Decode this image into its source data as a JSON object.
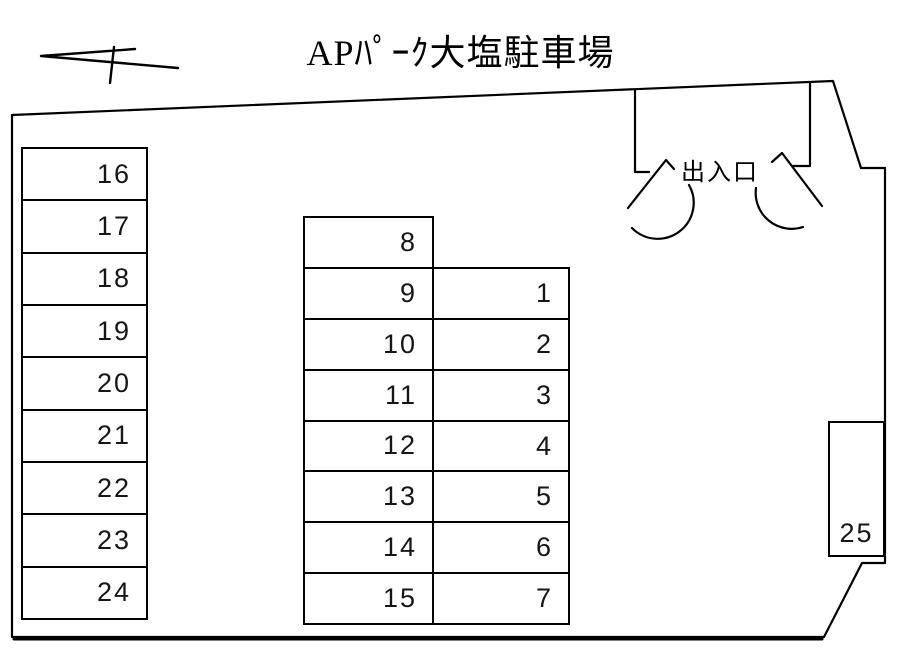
{
  "title": "APﾊﾟｰｸ大塩駐車場",
  "entrance": {
    "label": "出入口"
  },
  "spaces": {
    "left_column": [
      "16",
      "17",
      "18",
      "19",
      "20",
      "21",
      "22",
      "23",
      "24"
    ],
    "middle_left_column": [
      "8",
      "9",
      "10",
      "11",
      "12",
      "13",
      "14",
      "15"
    ],
    "middle_right_column": [
      "1",
      "2",
      "3",
      "4",
      "5",
      "6",
      "7"
    ],
    "right_space": "25"
  },
  "icons": {
    "direction_arrow": "hand-drawn-left-pointing-arrow",
    "gate_left": "door-swing-arc",
    "gate_right": "door-swing-arc"
  },
  "colors": {
    "background": "#ffffff",
    "line": "#000000",
    "text": "#161616"
  }
}
